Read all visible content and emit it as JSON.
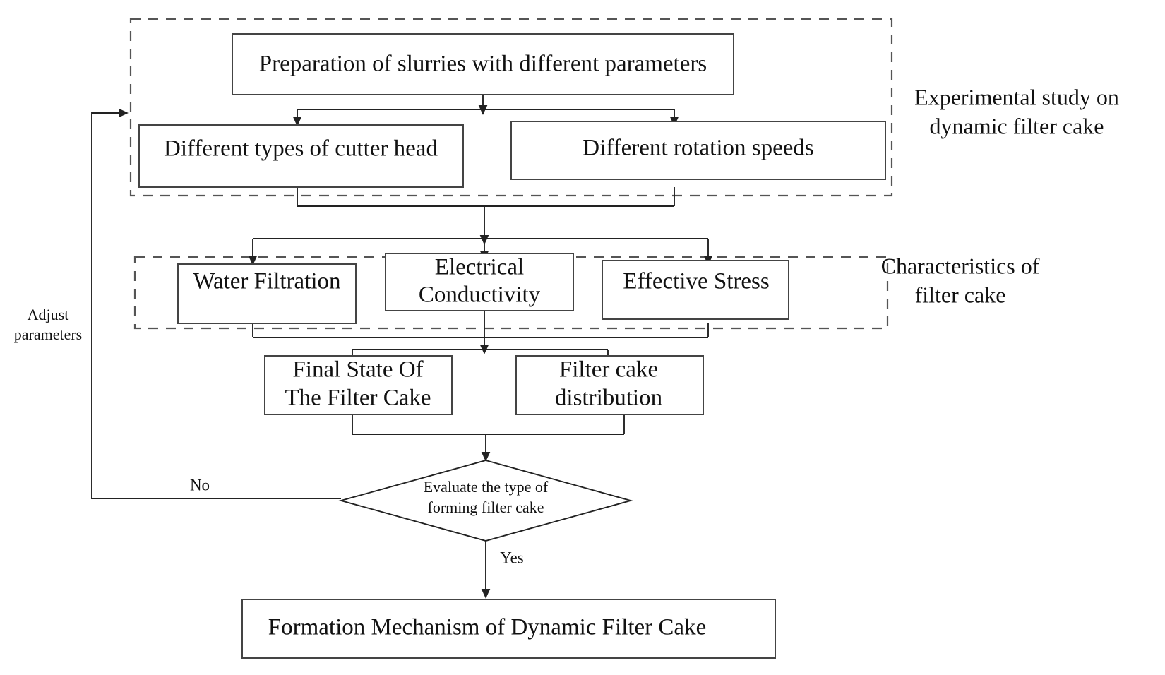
{
  "diagram": {
    "title": "Flowchart: Formation Mechanism of Dynamic Filter Cake",
    "groups": [
      {
        "id": "experimental",
        "label_line1": "Experimental study on",
        "label_line2": "dynamic filter cake"
      },
      {
        "id": "characteristics",
        "label_line1": "Characteristics of",
        "label_line2": "filter cake"
      }
    ],
    "nodes": {
      "preparation": "Preparation of slurries with different parameters",
      "cutter_head": "Different types of cutter head",
      "rotation_speeds": "Different rotation speeds",
      "water_filtration": "Water Filtration",
      "electrical_conductivity_l1": "Electrical",
      "electrical_conductivity_l2": "Conductivity",
      "effective_stress": "Effective Stress",
      "final_state_l1": "Final State Of",
      "final_state_l2": "The Filter Cake",
      "cake_distribution_l1": "Filter cake",
      "cake_distribution_l2": "distribution",
      "decision_l1": "Evaluate the type of",
      "decision_l2": "forming filter cake",
      "conclusion": "Formation Mechanism of Dynamic Filter Cake"
    },
    "edge_labels": {
      "no": "No",
      "yes": "Yes",
      "adjust_l1": "Adjust",
      "adjust_l2": "parameters"
    },
    "colors": {
      "background": "#ffffff",
      "box_stroke": "#444444",
      "dashed_stroke": "#555555",
      "connector": "#222222",
      "text": "#111111"
    }
  }
}
